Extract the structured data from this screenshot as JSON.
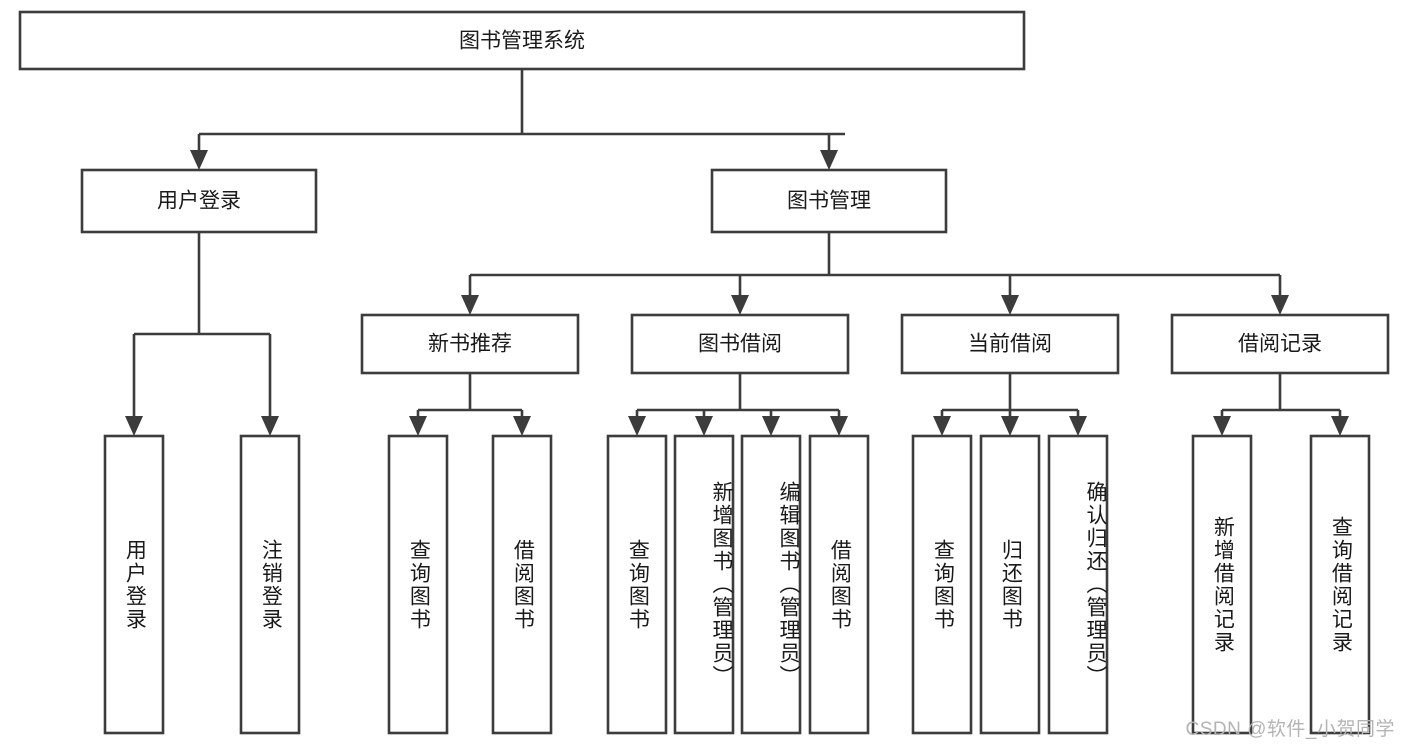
{
  "diagram": {
    "title": "图书管理系统",
    "watermark": "CSDN @软件_小贺同学",
    "colors": {
      "stroke": "#3c3c3c",
      "fill": "#ffffff",
      "text": "#1a1a1a",
      "watermark": "#b4b4b4"
    },
    "root": {
      "label": "图书管理系统"
    },
    "level2": [
      {
        "label": "用户登录"
      },
      {
        "label": "图书管理"
      }
    ],
    "level3": [
      {
        "label": "新书推荐"
      },
      {
        "label": "图书借阅"
      },
      {
        "label": "当前借阅"
      },
      {
        "label": "借阅记录"
      }
    ],
    "leaves": [
      {
        "label": "用户登录"
      },
      {
        "label": "注销登录"
      },
      {
        "label": "查询图书"
      },
      {
        "label": "借阅图书"
      },
      {
        "label": "查询图书"
      },
      {
        "label": "新增图书（管理员）"
      },
      {
        "label": "编辑图书（管理员）"
      },
      {
        "label": "借阅图书"
      },
      {
        "label": "查询图书"
      },
      {
        "label": "归还图书"
      },
      {
        "label": "确认归还（管理员）"
      },
      {
        "label": "新增借阅记录"
      },
      {
        "label": "查询借阅记录"
      }
    ]
  }
}
